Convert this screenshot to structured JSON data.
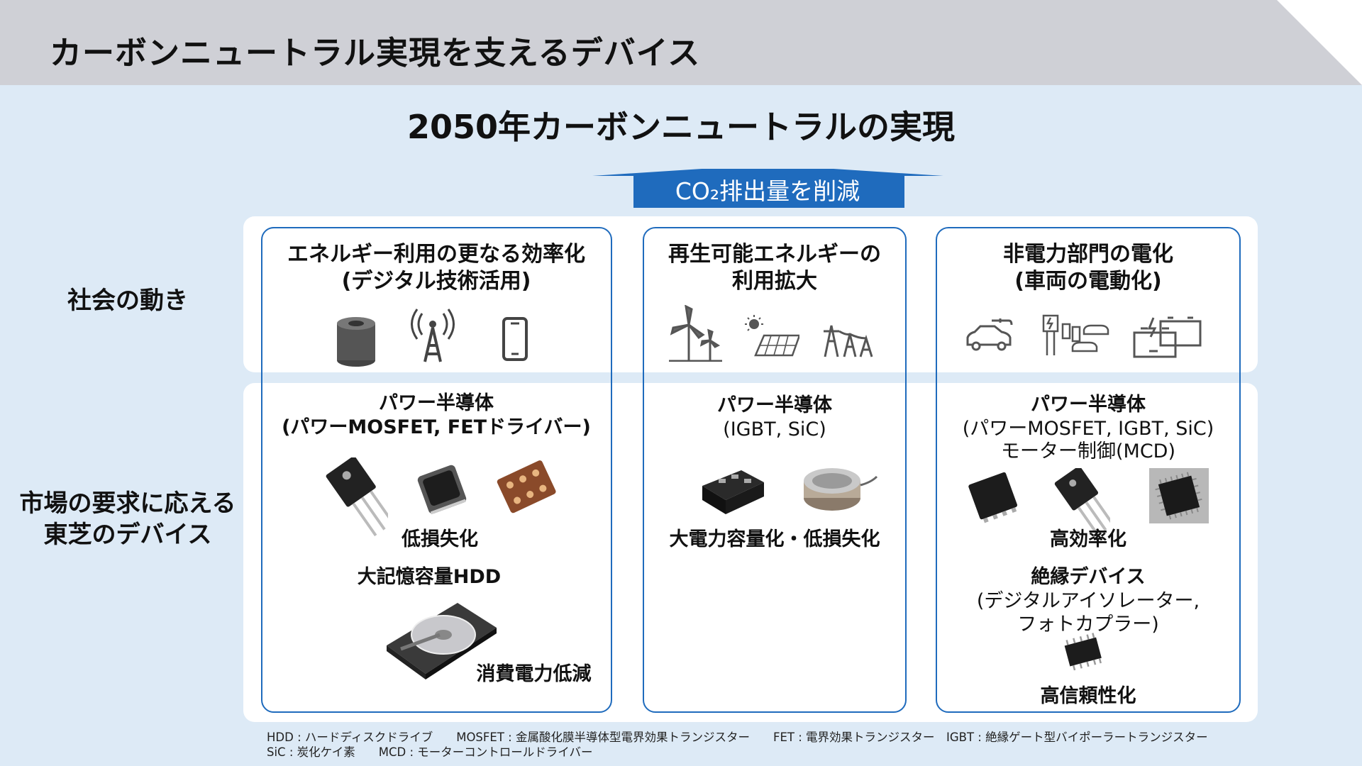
{
  "header": {
    "title": "カーボンニュートラル実現を支えるデバイス"
  },
  "goal": {
    "title": "2050年カーボンニュートラルの実現",
    "arrow_label": "CO₂排出量を削減"
  },
  "rows": {
    "society": "社会の動き",
    "market_line1": "市場の要求に応える",
    "market_line2": "東芝のデバイス"
  },
  "columns": [
    {
      "category_line1": "エネルギー利用の更なる効率化",
      "category_line2": "(デジタル技術活用)",
      "icons": [
        "data-storage-icon",
        "radio-tower-icon",
        "smartphone-icon"
      ],
      "device1_title": "パワー半導体",
      "device1_sub": "(パワーMOSFET, FETドライバー)",
      "device1_benefit": "低損失化",
      "device2_title": "大記憶容量HDD",
      "device2_benefit": "消費電力低減"
    },
    {
      "category_line1": "再生可能エネルギーの",
      "category_line2": "利用拡大",
      "icons": [
        "wind-turbine-icon",
        "solar-panel-icon",
        "power-transmission-icon"
      ],
      "device1_title": "パワー半導体",
      "device1_sub": "(IGBT, SiC)",
      "device1_benefit": "大電力容量化・低損失化"
    },
    {
      "category_line1": "非電力部門の電化",
      "category_line2": "(車両の電動化)",
      "icons": [
        "electric-car-icon",
        "charging-station-icon",
        "battery-icon"
      ],
      "device1_title": "パワー半導体",
      "device1_sub": "(パワーMOSFET, IGBT, SiC)",
      "device1_sub2": "モーター制御(MCD)",
      "device1_benefit": "高効率化",
      "device2_title": "絶縁デバイス",
      "device2_sub": "(デジタルアイソレーター,",
      "device2_sub2": "フォトカプラー)",
      "device2_benefit": "高信頼性化"
    }
  ],
  "footnotes": {
    "line1": "HDD : ハードディスクドライブ　　MOSFET : 金属酸化膜半導体型電界効果トランジスター　　FET : 電界効果トランジスター　IGBT : 絶縁ゲート型バイポーラートランジスター",
    "line2": "SiC : 炭化ケイ素　　MCD : モーターコントロールドライバー"
  },
  "colors": {
    "accent": "#1f6bbd",
    "header_bg": "#cfd0d6",
    "page_bg": "#ddeaf6",
    "arrow": "#1f6bbd"
  }
}
